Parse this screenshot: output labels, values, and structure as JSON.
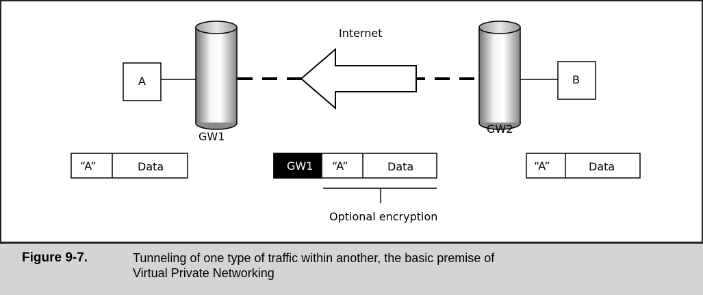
{
  "diagram": {
    "internet_label": "Internet",
    "host_a_label": "A",
    "host_b_label": "B",
    "gw1_label": "GW1",
    "gw2_label": "GW2",
    "left_packet": {
      "addr": "“A”",
      "data": "Data"
    },
    "middle_packet": {
      "header": "GW1",
      "addr": "“A”",
      "data": "Data"
    },
    "right_packet": {
      "addr": "“A”",
      "data": "Data"
    },
    "encryption_label": "Optional encryption"
  },
  "caption": {
    "label": "Figure 9-7.",
    "line1": "Tunneling of one type of traffic within another, the basic premise of",
    "line2": "Virtual Private Networking"
  }
}
